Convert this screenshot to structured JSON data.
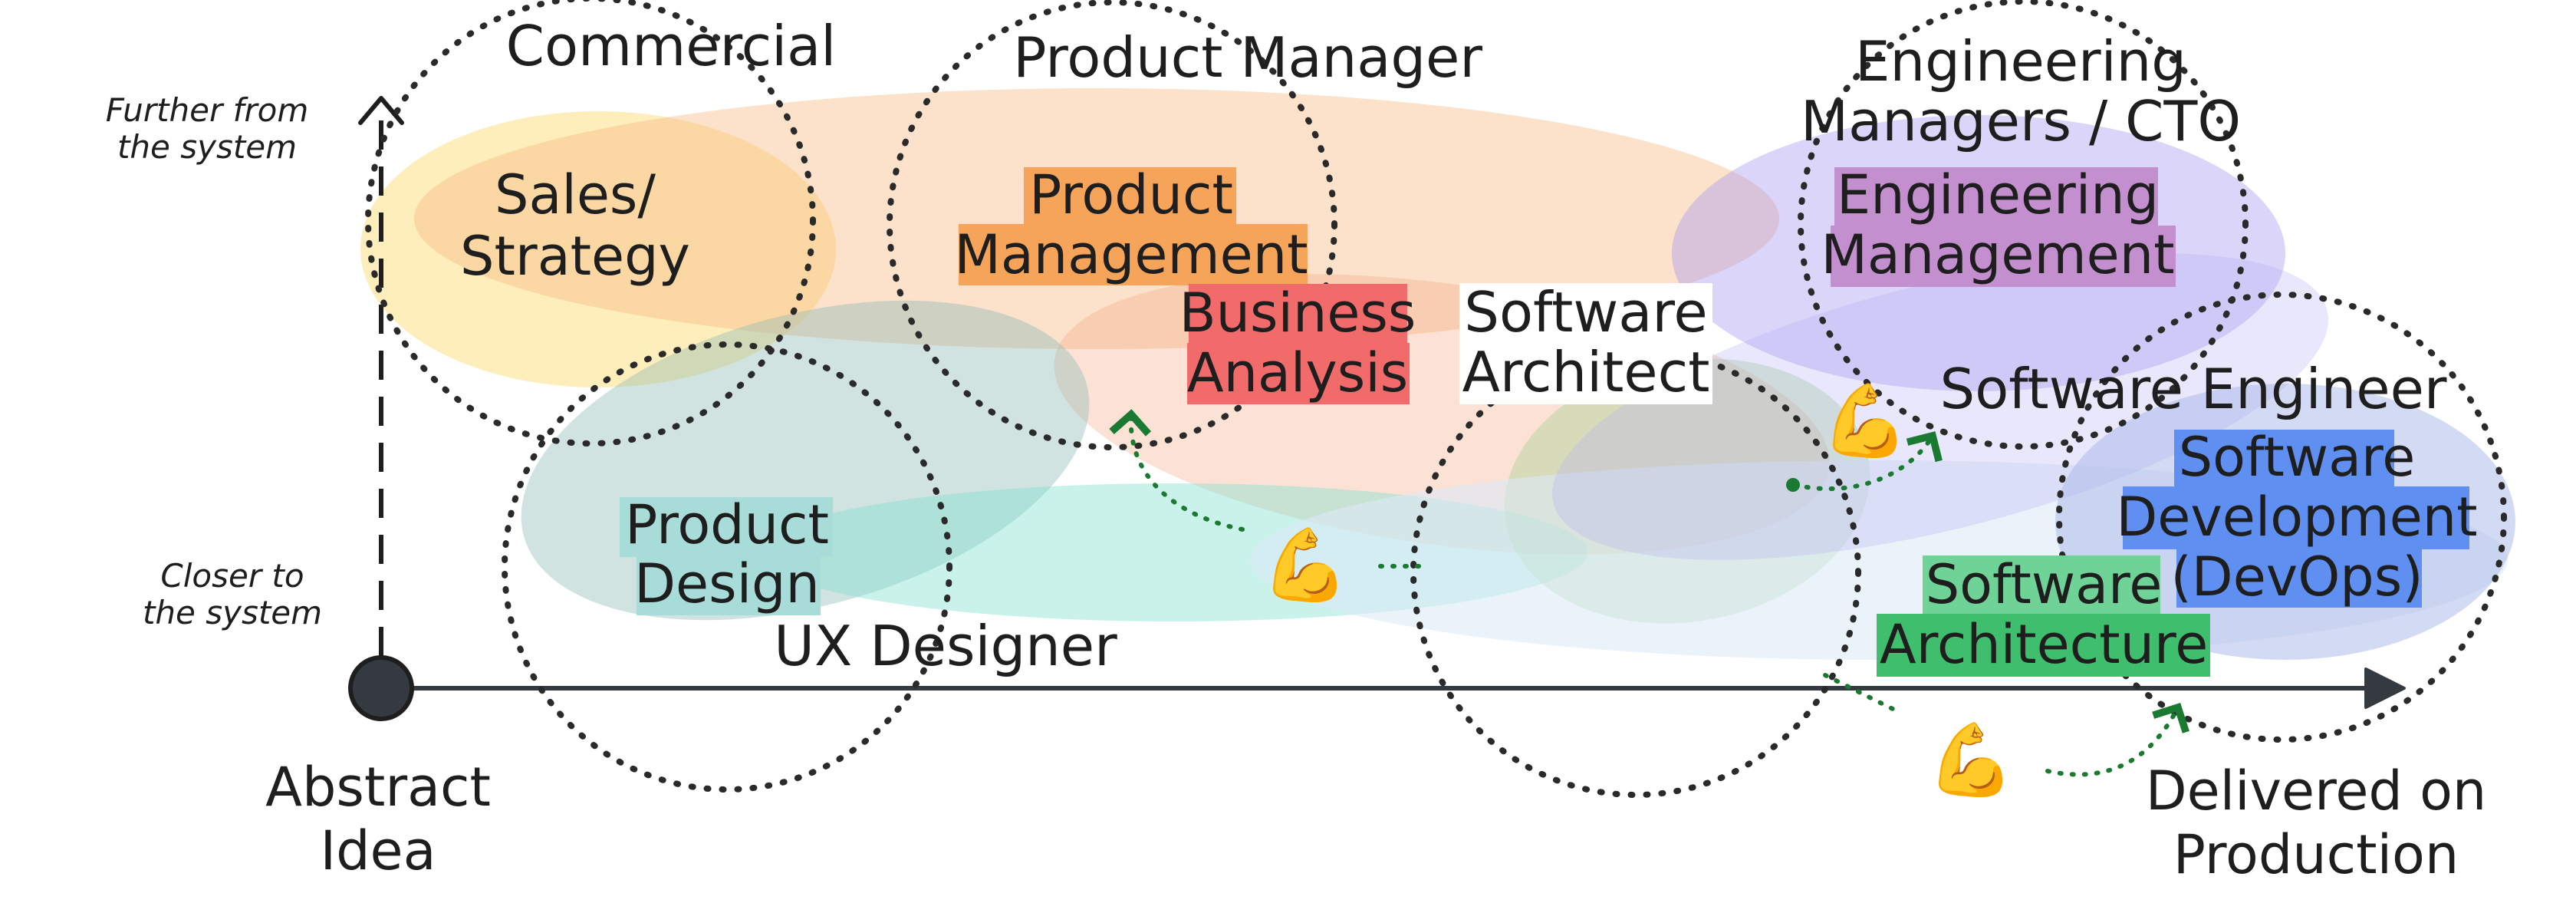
{
  "axes": {
    "y_top_label": [
      "Further from",
      "the system"
    ],
    "y_bottom_label": [
      "Closer to",
      "the system"
    ],
    "x_start_label": [
      "Abstract",
      "Idea"
    ],
    "x_end_label": [
      "Delivered on",
      "Production"
    ]
  },
  "roles": {
    "commercial": "Commercial",
    "product_manager": "Product Manager",
    "engineering_managers": [
      "Engineering",
      "Managers / CTO"
    ],
    "software_architect": [
      "Software",
      "Architect"
    ],
    "software_engineer": "Software Engineer",
    "ux_designer": "UX Designer"
  },
  "areas": {
    "sales_strategy": [
      "Sales/",
      "Strategy"
    ],
    "product_management": [
      "Product",
      "Management"
    ],
    "business_analysis": [
      "Business",
      "Analysis"
    ],
    "engineering_management": [
      "Engineering",
      "Management"
    ],
    "software_development": [
      "Software",
      "Development",
      "(DevOps)"
    ],
    "product_design": [
      "Product",
      "Design"
    ],
    "software_architecture": [
      "Software",
      "Architecture"
    ]
  },
  "growth_icon": "💪",
  "colors": {
    "sales_strategy": "#fbe38e",
    "product_management": "#f5a45a",
    "business_analysis": "#f26b6b",
    "engineering_management": "#c48fcf",
    "software_development": "#5f8ff0",
    "product_design": "#a8dcd8",
    "software_architecture": "#3fbf6e",
    "arrow_green": "#1a7a32"
  }
}
